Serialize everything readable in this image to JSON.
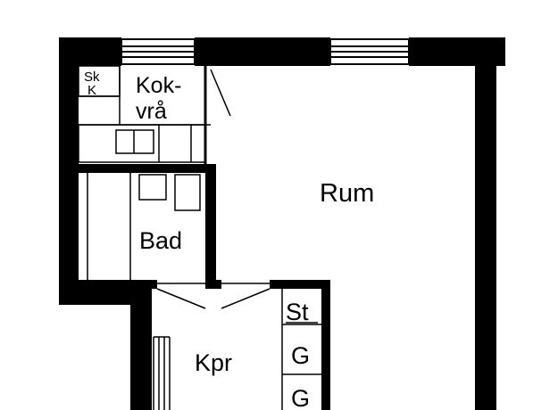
{
  "colors": {
    "wall": "#000000",
    "paper": "#ffffff",
    "line": "#000000"
  },
  "rooms": {
    "sk": "Sk",
    "k": "K",
    "kokvra_line1": "Kok-",
    "kokvra_line2": "vrå",
    "bad": "Bad",
    "rum": "Rum",
    "kpr": "Kpr",
    "st": "St",
    "g1": "G",
    "g2": "G"
  }
}
